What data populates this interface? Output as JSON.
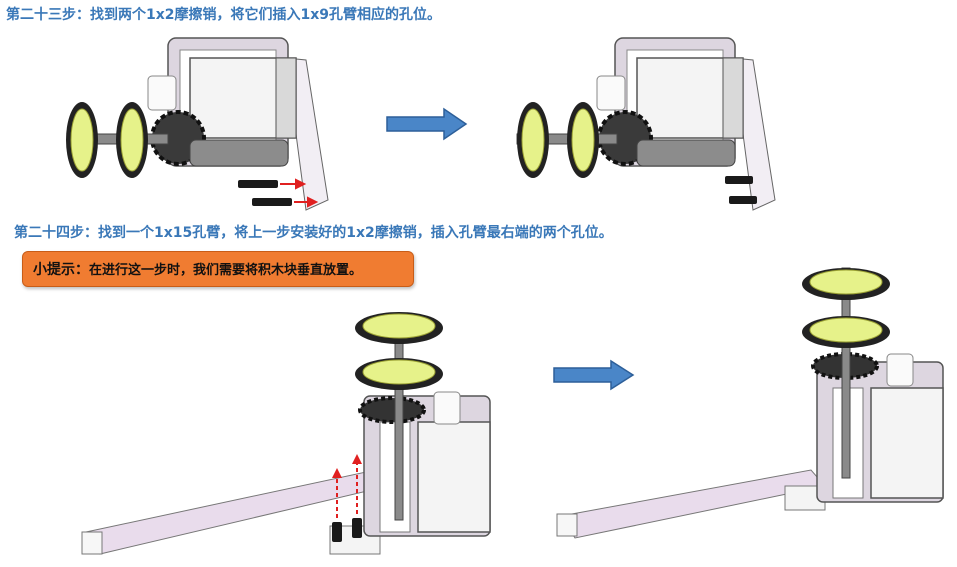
{
  "step23": {
    "title": "第二十三步：找到两个1x2摩擦销，将它们插入1x9孔臂相应的孔位。"
  },
  "step24": {
    "title": "第二十四步：找到一个1x15孔臂，将上一步安装好的1x2摩擦销，插入孔臂最右端的两个孔位。"
  },
  "tip": {
    "label": "小提示：",
    "text": "在进行这一步时，我们需要将积木块垂直放置。"
  },
  "colors": {
    "title_blue": "#3a78b8",
    "tip_orange": "#f07c31",
    "arrow_blue": "#4a86c8",
    "beam_lavender": "#e9dcec",
    "wheel_yellow": "#e6f28a",
    "guide_red": "#e02020"
  },
  "icons": [
    "right-arrow-icon",
    "up-arrow-icon"
  ]
}
